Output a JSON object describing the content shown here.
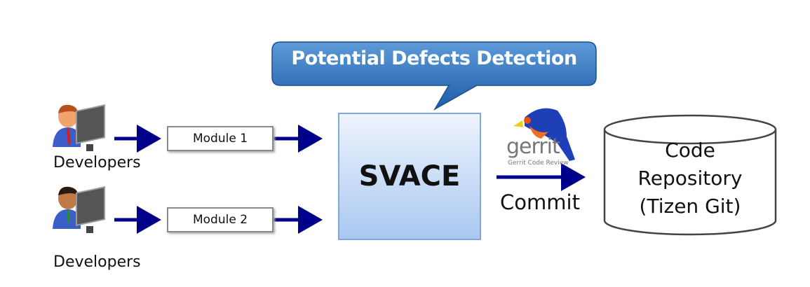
{
  "callout": {
    "label": "Potential Defects Detection"
  },
  "developers": [
    {
      "label": "Developers",
      "module": "Module 1"
    },
    {
      "label": "Developers",
      "module": "Module 2"
    }
  ],
  "tool": {
    "label": "SVACE"
  },
  "gerrit": {
    "logo_text": "gerrit",
    "subtitle": "Gerrit Code Review"
  },
  "commit": {
    "label": "Commit"
  },
  "repository": {
    "line1": "Code",
    "line2": "Repository",
    "line3": "(Tizen Git)"
  },
  "colors": {
    "arrow": "#00008b",
    "callout": "#2a6fb8",
    "svace_top": "#d6e6fa",
    "svace_bottom": "#a9c8f0"
  }
}
